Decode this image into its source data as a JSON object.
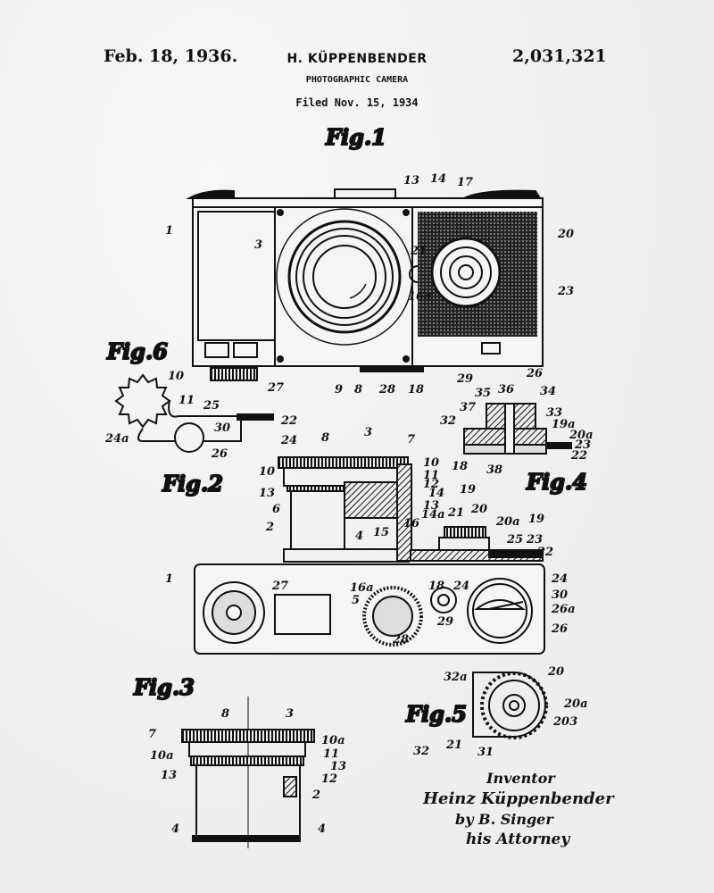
{
  "header": {
    "date": "Feb. 18, 1936.",
    "inventor": "H. KÜPPENBENDER",
    "title": "PHOTOGRAPHIC CAMERA",
    "filed": "Filed Nov. 15, 1934",
    "patent_number": "2,031,321"
  },
  "figures": {
    "fig1": {
      "caption": "Fig.1",
      "labels": [
        "1",
        "3",
        "13",
        "14",
        "17",
        "20",
        "21",
        "16a",
        "23",
        "9",
        "8",
        "28",
        "18",
        "29",
        "26",
        "27"
      ]
    },
    "fig2": {
      "caption": "Fig.2",
      "labels": [
        "8",
        "3",
        "7",
        "10",
        "10",
        "11",
        "12",
        "13",
        "13",
        "14",
        "14a",
        "6",
        "2",
        "4",
        "15",
        "16",
        "21",
        "20",
        "20a",
        "19",
        "25",
        "23",
        "22",
        "24",
        "1",
        "27",
        "16a",
        "5",
        "18",
        "24",
        "30",
        "26a",
        "26",
        "28",
        "29"
      ]
    },
    "fig3": {
      "caption": "Fig.3",
      "labels": [
        "8",
        "3",
        "7",
        "10a",
        "10a",
        "11",
        "13",
        "12",
        "13",
        "2",
        "4",
        "4"
      ]
    },
    "fig4": {
      "caption": "Fig.4",
      "labels": [
        "35",
        "36",
        "34",
        "37",
        "33",
        "32",
        "19a",
        "20a",
        "23",
        "22",
        "18",
        "38",
        "19"
      ]
    },
    "fig5": {
      "caption": "Fig.5",
      "labels": [
        "32a",
        "20",
        "20a",
        "203",
        "32",
        "21",
        "31"
      ]
    },
    "fig6": {
      "caption": "Fig.6",
      "labels": [
        "10",
        "11",
        "25",
        "22",
        "30",
        "24",
        "24a",
        "26"
      ]
    }
  },
  "signature": {
    "role": "Inventor",
    "name": "Heinz Küppenbender",
    "by": "by  B. Singer",
    "attorney": "his Attorney"
  }
}
